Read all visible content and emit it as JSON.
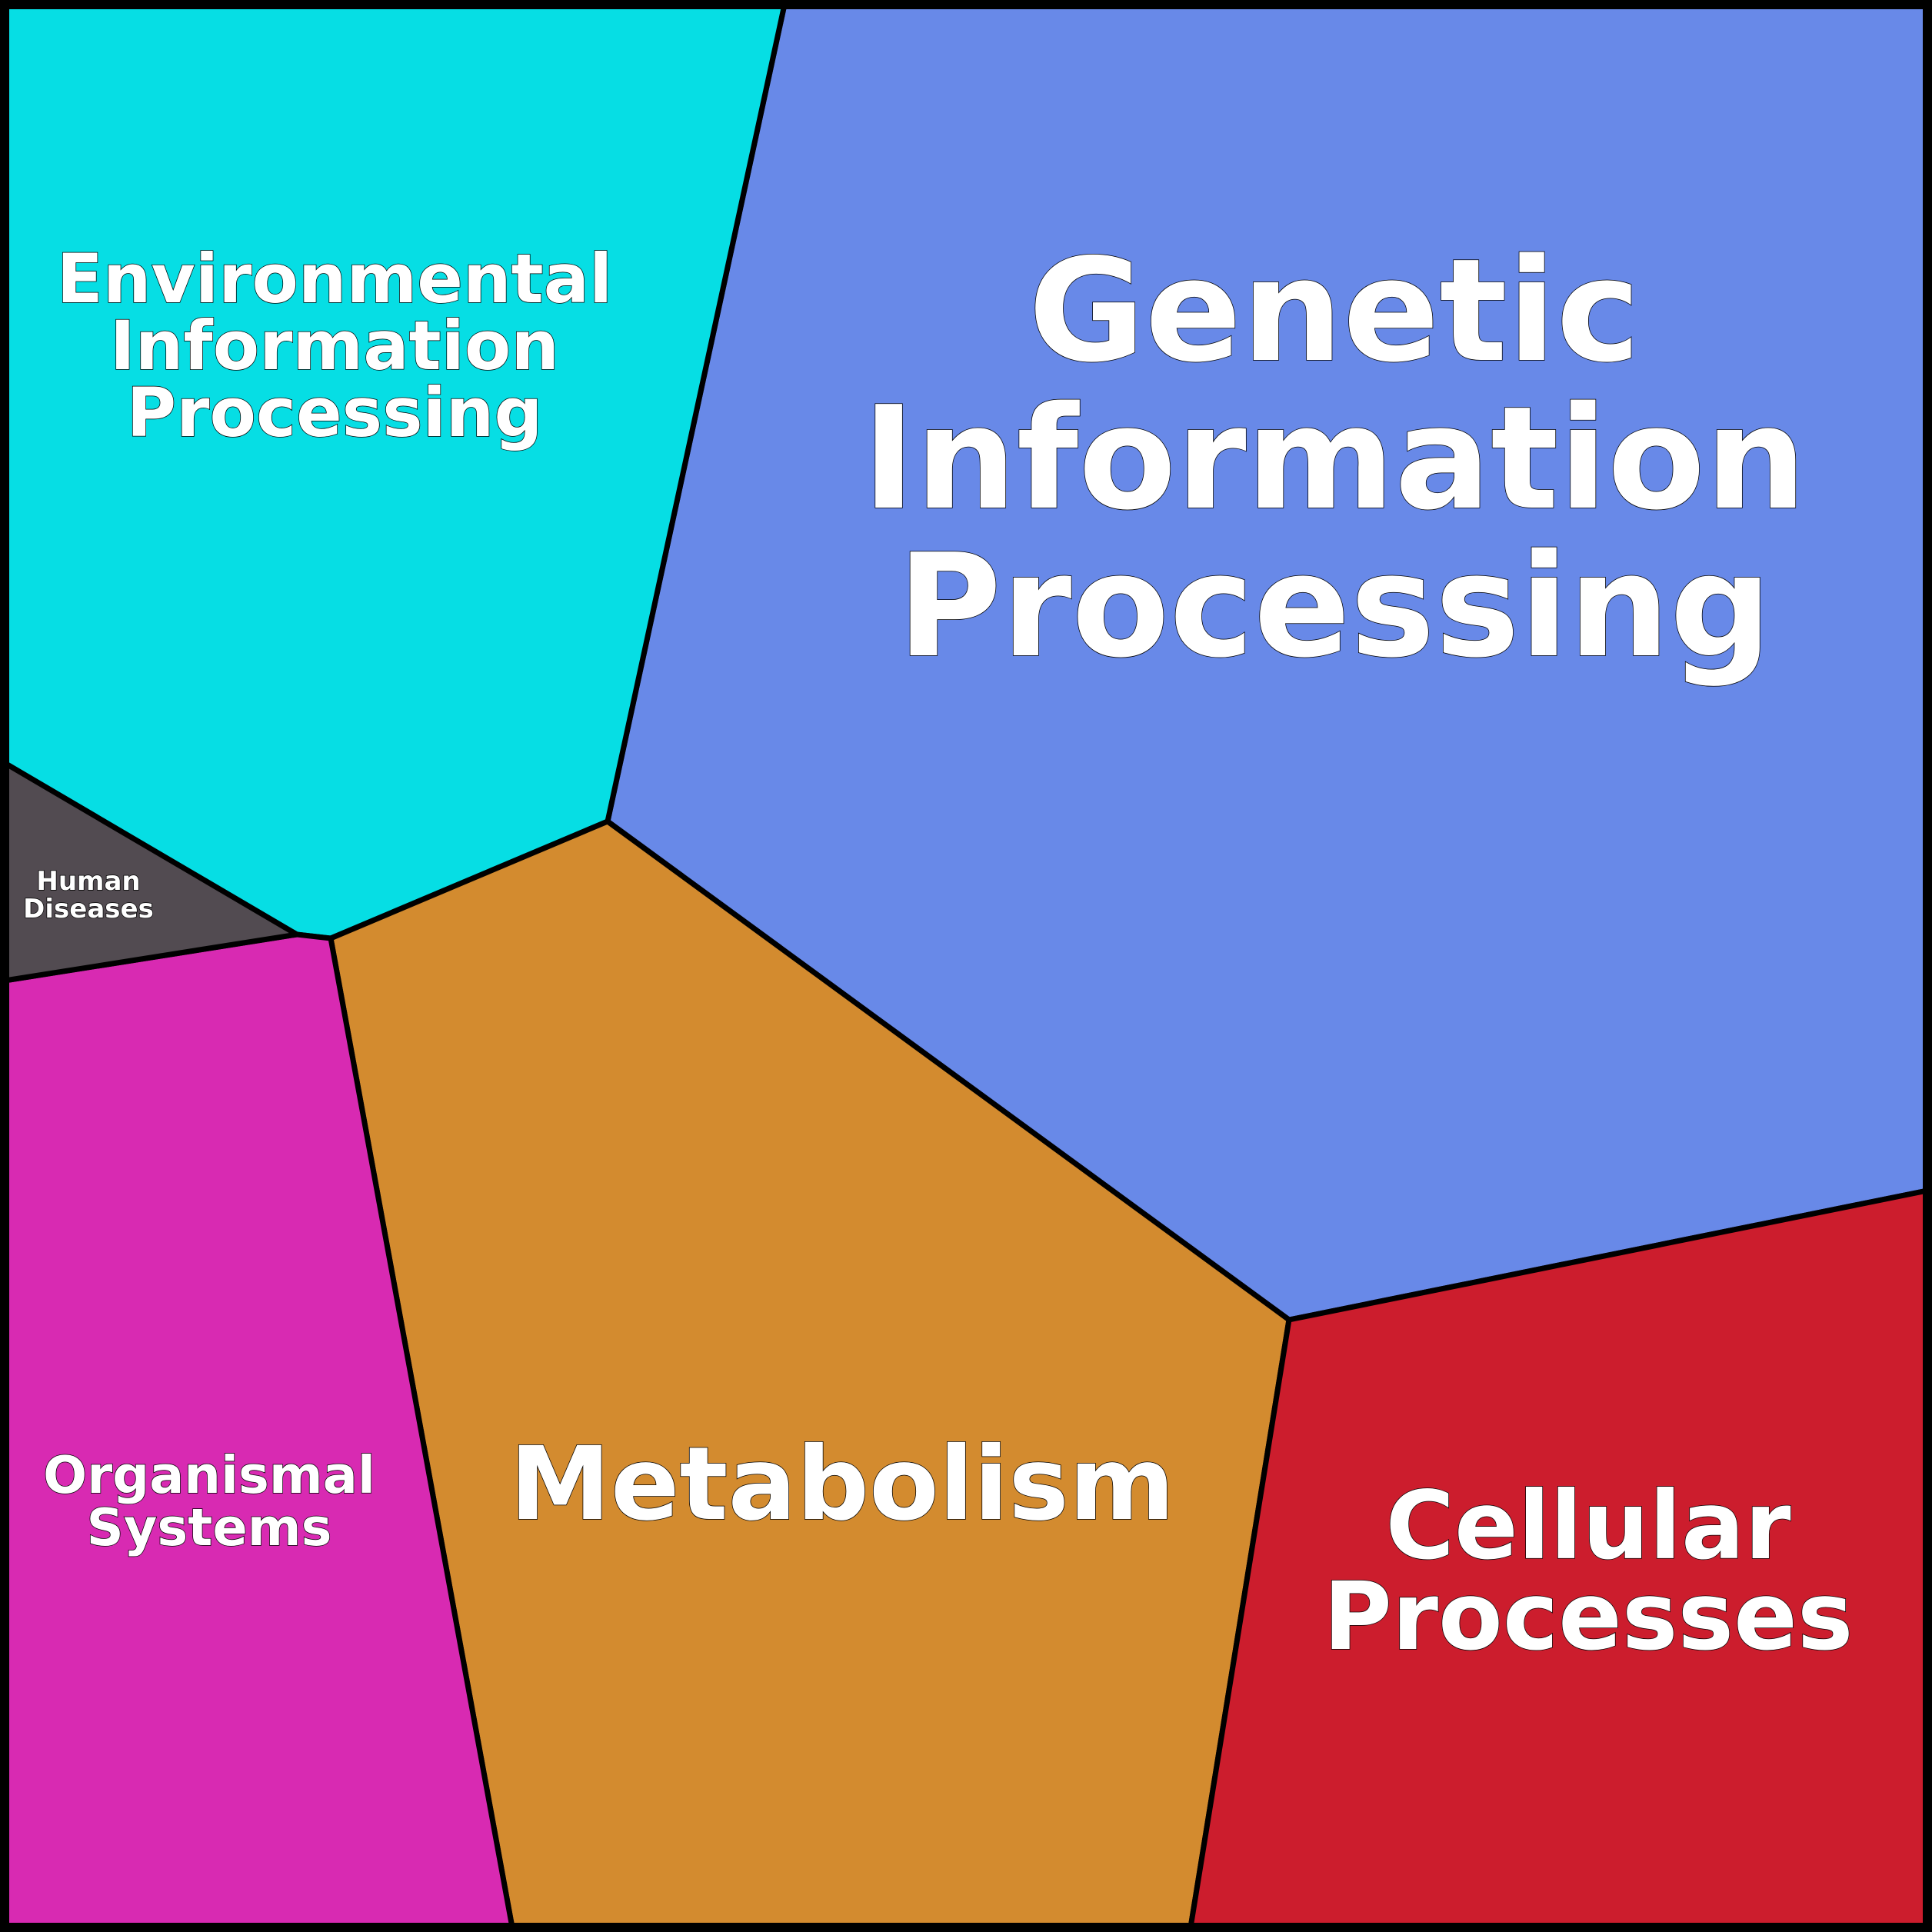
{
  "chart_data": {
    "type": "voronoi-treemap",
    "title": "",
    "series": [
      {
        "label": "Genetic Information Processing",
        "lines": [
          "Genetic",
          "Information",
          "Processing"
        ],
        "color": "#6889e8"
      },
      {
        "label": "Environmental Information Processing",
        "lines": [
          "Environmental",
          "Information",
          "Processing"
        ],
        "color": "#06dee4"
      },
      {
        "label": "Metabolism",
        "lines": [
          "Metabolism"
        ],
        "color": "#d38b2f"
      },
      {
        "label": "Cellular Processes",
        "lines": [
          "Cellular",
          "Processes"
        ],
        "color": "#cc1d2d"
      },
      {
        "label": "Organismal Systems",
        "lines": [
          "Organismal",
          "Systems"
        ],
        "color": "#d82ab2"
      },
      {
        "label": "Human Diseases",
        "lines": [
          "Human",
          "Diseases"
        ],
        "color": "#524b51"
      }
    ]
  }
}
